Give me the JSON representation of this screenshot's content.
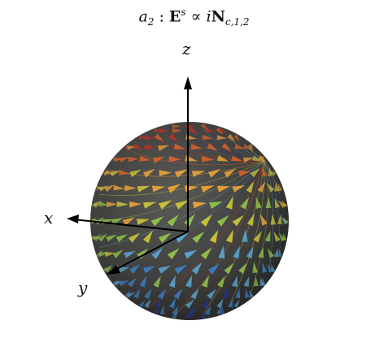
{
  "figure": {
    "title": {
      "prefix": "a",
      "prefix_sub": "2",
      "colon": " : ",
      "field": "E",
      "field_sup": "s",
      "relation": " ∝ i",
      "mode": "N",
      "mode_sub": "c,1,2"
    },
    "axes": {
      "x": "x",
      "y": "y",
      "z": "z"
    }
  },
  "colors": {
    "sphere": "#3d3d3b",
    "axis": "#000000",
    "pole_north": "#d62a1c",
    "equator_warm": "#e8a13a",
    "mid_green": "#8fbf4a",
    "cool_blue": "#3a7fc8",
    "deep_blue": "#24319a"
  }
}
